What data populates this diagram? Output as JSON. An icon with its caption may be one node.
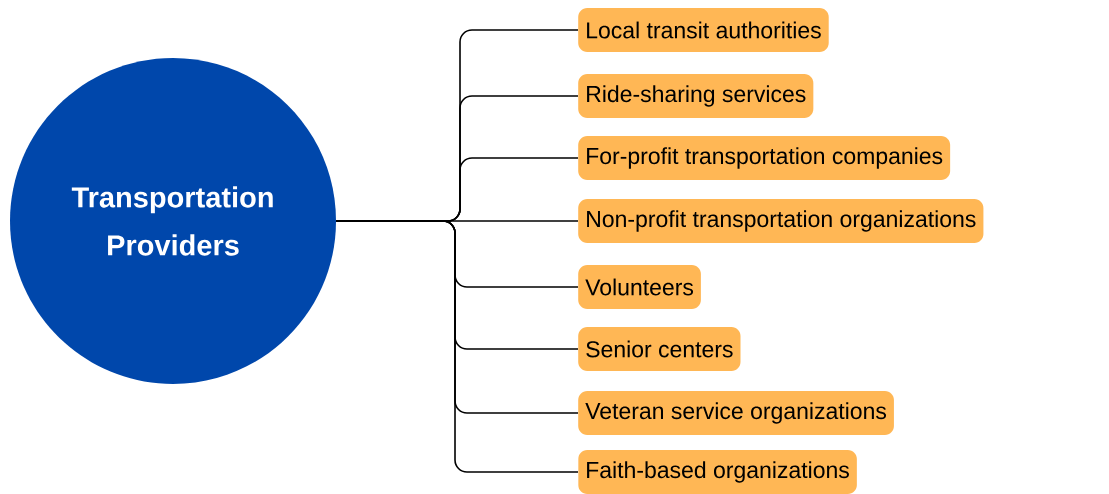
{
  "diagram": {
    "nodes": [
      {
        "text": [
          "Transportation Providers"
        ]
      },
      {
        "text": [
          "Local transit authorities"
        ]
      },
      {
        "text": [
          "Ride-sharing services"
        ]
      },
      {
        "text": [
          "For-profit transportation companies"
        ]
      },
      {
        "text": [
          "Non-profit transportation organizations"
        ]
      },
      {
        "text": [
          "Volunteers"
        ]
      },
      {
        "text": [
          "Senior centers"
        ]
      },
      {
        "text": [
          "Veteran service organizations"
        ]
      },
      {
        "text": [
          "Faith-based organizations"
        ]
      }
    ],
    "edges": [
      {
        "from": 0,
        "to": 1,
        "arrow": "none"
      },
      {
        "from": 0,
        "to": 2,
        "arrow": "none"
      },
      {
        "from": 0,
        "to": 3,
        "arrow": "none"
      },
      {
        "from": 0,
        "to": 4,
        "arrow": "none"
      },
      {
        "from": 0,
        "to": 5,
        "arrow": "none"
      },
      {
        "from": 0,
        "to": 6,
        "arrow": "none"
      },
      {
        "from": 0,
        "to": 7,
        "arrow": "none"
      },
      {
        "from": 0,
        "to": 8,
        "arrow": "none"
      }
    ]
  }
}
